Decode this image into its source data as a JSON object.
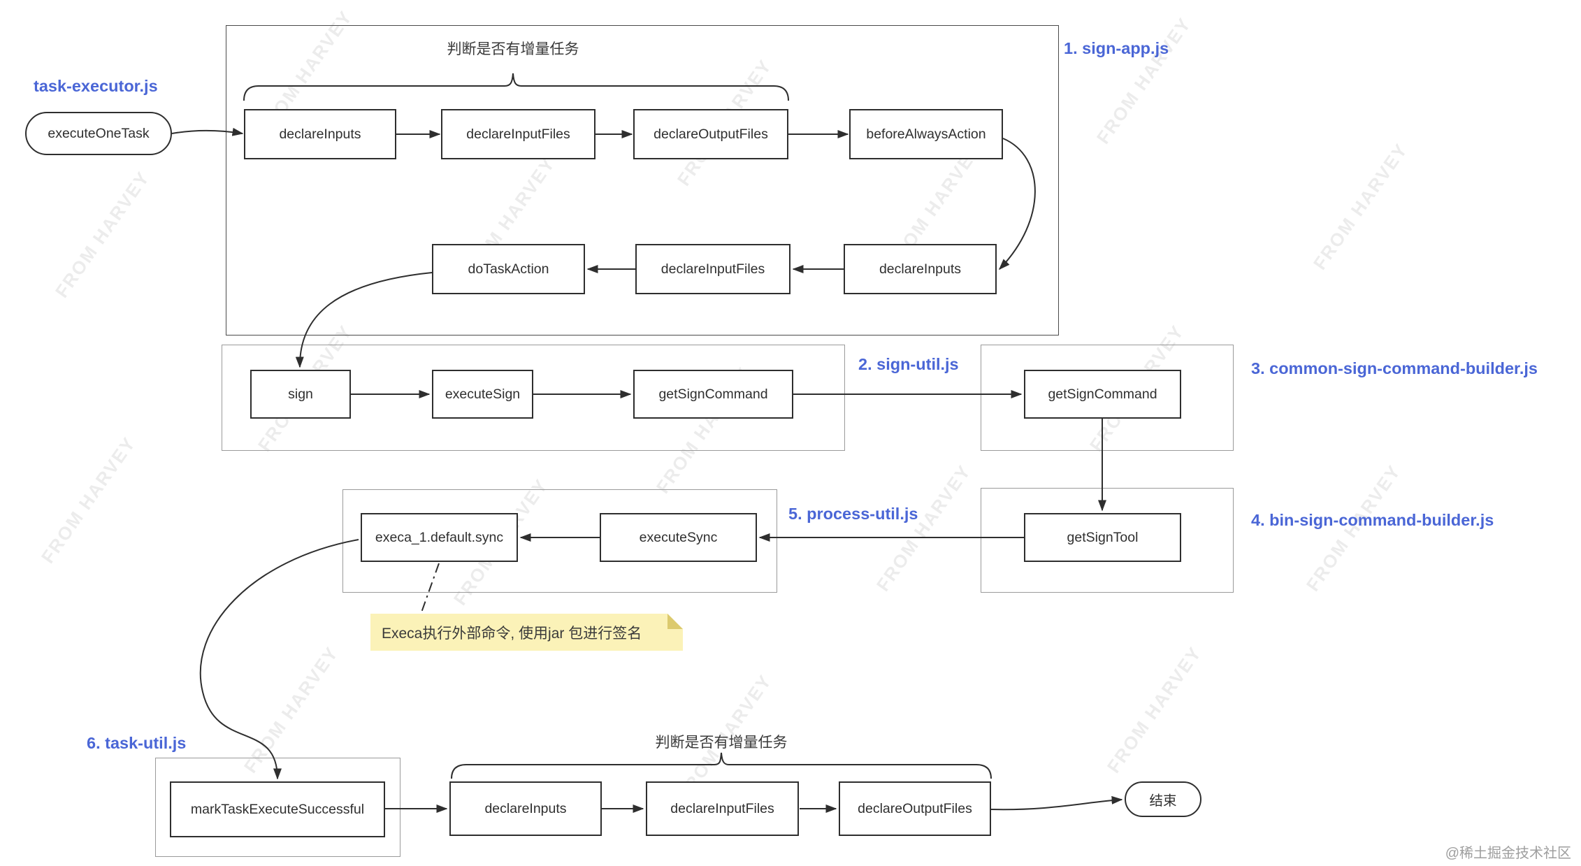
{
  "watermark": "FROM HARVEY",
  "credit": "@稀土掘金技术社区",
  "start": {
    "file_label": "task-executor.js",
    "node": "executeOneTask"
  },
  "end_node": "结束",
  "note": "Execa执行外部命令, 使用jar 包进行签名",
  "groups": [
    {
      "title": "1. sign-app.js",
      "brace_note": "判断是否有增量任务",
      "row1": [
        "declareInputs",
        "declareInputFiles",
        "declareOutputFiles",
        "beforeAlwaysAction"
      ],
      "row2": [
        "doTaskAction",
        "declareInputFiles",
        "declareInputs"
      ]
    },
    {
      "title": "2. sign-util.js",
      "nodes": [
        "sign",
        "executeSign",
        "getSignCommand"
      ]
    },
    {
      "title": "3. common-sign-command-builder.js",
      "nodes": [
        "getSignCommand"
      ]
    },
    {
      "title": "4. bin-sign-command-builder.js",
      "nodes": [
        "getSignTool"
      ]
    },
    {
      "title": "5. process-util.js",
      "nodes": [
        "execa_1.default.sync",
        "executeSync"
      ]
    },
    {
      "title": "6. task-util.js",
      "nodes": [
        "markTaskExecuteSuccessful"
      ]
    }
  ],
  "bottom_row": {
    "brace_note": "判断是否有增量任务",
    "nodes": [
      "declareInputs",
      "declareInputFiles",
      "declareOutputFiles"
    ]
  }
}
